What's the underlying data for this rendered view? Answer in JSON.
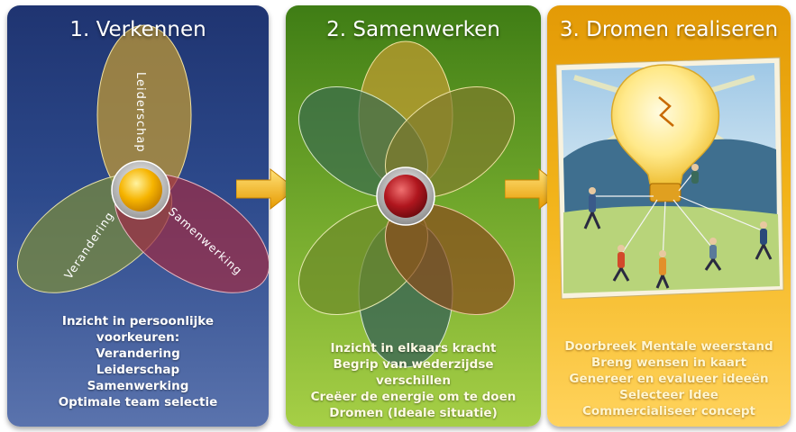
{
  "panels": [
    {
      "title": "1. Verkennen",
      "color": "#2d4a8c",
      "petal_labels": [
        "Leiderschap",
        "Verandering",
        "Samenwerking"
      ],
      "lines": [
        "Inzicht in persoonlijke",
        "voorkeuren:",
        "Verandering",
        "Leiderschap",
        "Samenwerking",
        "Optimale team selectie"
      ]
    },
    {
      "title": "2. Samenwerken",
      "color": "#6ea52a",
      "lines": [
        "Inzicht in elkaars kracht",
        "Begrip van wederzijdse",
        "verschillen",
        "Creëer de energie om te doen",
        "Dromen (Ideale situatie)"
      ]
    },
    {
      "title": "3. Dromen realiseren",
      "color": "#f2b319",
      "lines": [
        "Doorbreek Mentale weerstand",
        "Breng wensen in kaart",
        "Genereer en evalueer ideeën",
        "Selecteer  Idee",
        "Commercialiseer concept"
      ]
    }
  ],
  "arrow_color": "#f5b80d",
  "center_colors": {
    "panel1": "#f6b400",
    "panel2": "#a8141b"
  }
}
